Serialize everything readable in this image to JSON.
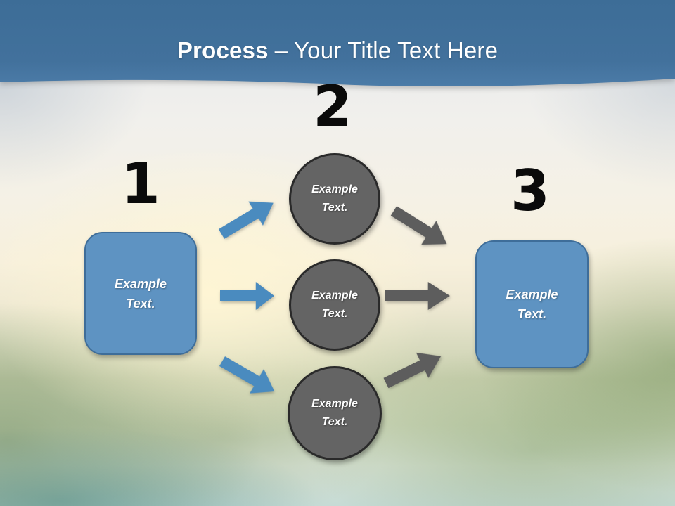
{
  "title": {
    "bold": "Process",
    "rest": "– Your Title Text Here"
  },
  "step_numbers": [
    "1",
    "2",
    "3"
  ],
  "left_box": {
    "label": "Example\nText."
  },
  "right_box": {
    "label": "Example\nText."
  },
  "circles": [
    {
      "label": "Example\nText."
    },
    {
      "label": "Example\nText."
    },
    {
      "label": "Example\nText."
    }
  ],
  "colors": {
    "header_top": "#3D6D97",
    "header_bottom": "#4C7CA8",
    "box_blue": "#5E93C2",
    "box_border": "#3E6D99",
    "arrow_blue": "#4A8BBF",
    "circle_gray": "#646464",
    "circle_border": "#2A2A2A",
    "arrow_gray": "#5D5D5D",
    "number_black": "#0A0A0A",
    "title_white": "#FFFFFF"
  }
}
